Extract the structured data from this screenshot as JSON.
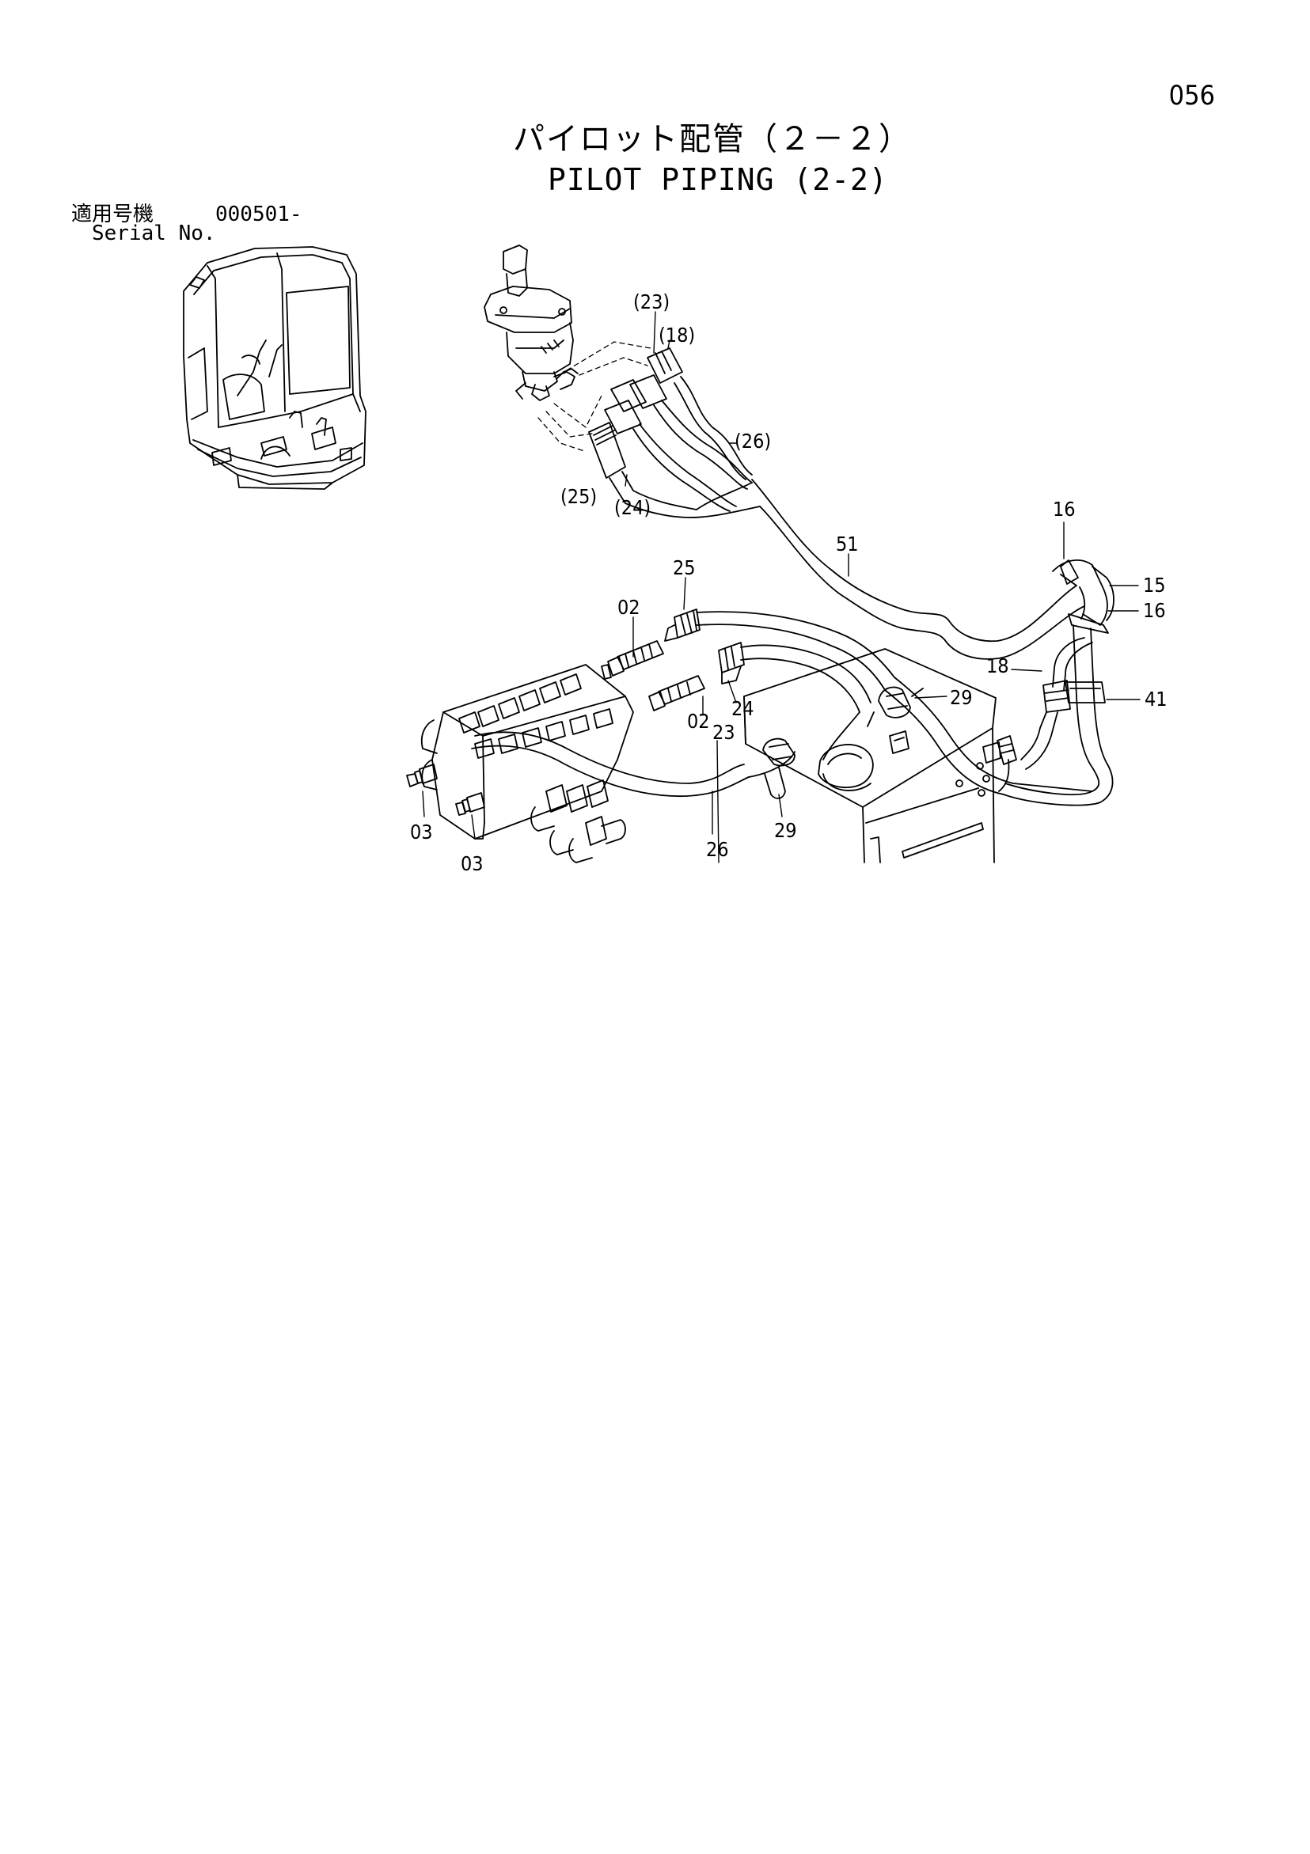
{
  "page": {
    "page_number": "056",
    "title_jp": "パイロット配管（２－２）",
    "title_en": "PILOT PIPING (2-2)",
    "serial_label_jp": "適用号機",
    "serial_number": "000501-",
    "serial_label_en": "Serial No."
  },
  "callouts": {
    "c23p": "(23)",
    "c18p": "(18)",
    "c26p": "(26)",
    "c25p": "(25)",
    "c24p": "(24)",
    "c16a": "16",
    "c51": "51",
    "c15": "15",
    "c16b": "16",
    "c25": "25",
    "c02a": "02",
    "c18": "18",
    "c29a": "29",
    "c41": "41",
    "c24": "24",
    "c02b": "02",
    "c23": "23",
    "c03a": "03",
    "c29b": "29",
    "c26": "26",
    "c03b": "03"
  }
}
